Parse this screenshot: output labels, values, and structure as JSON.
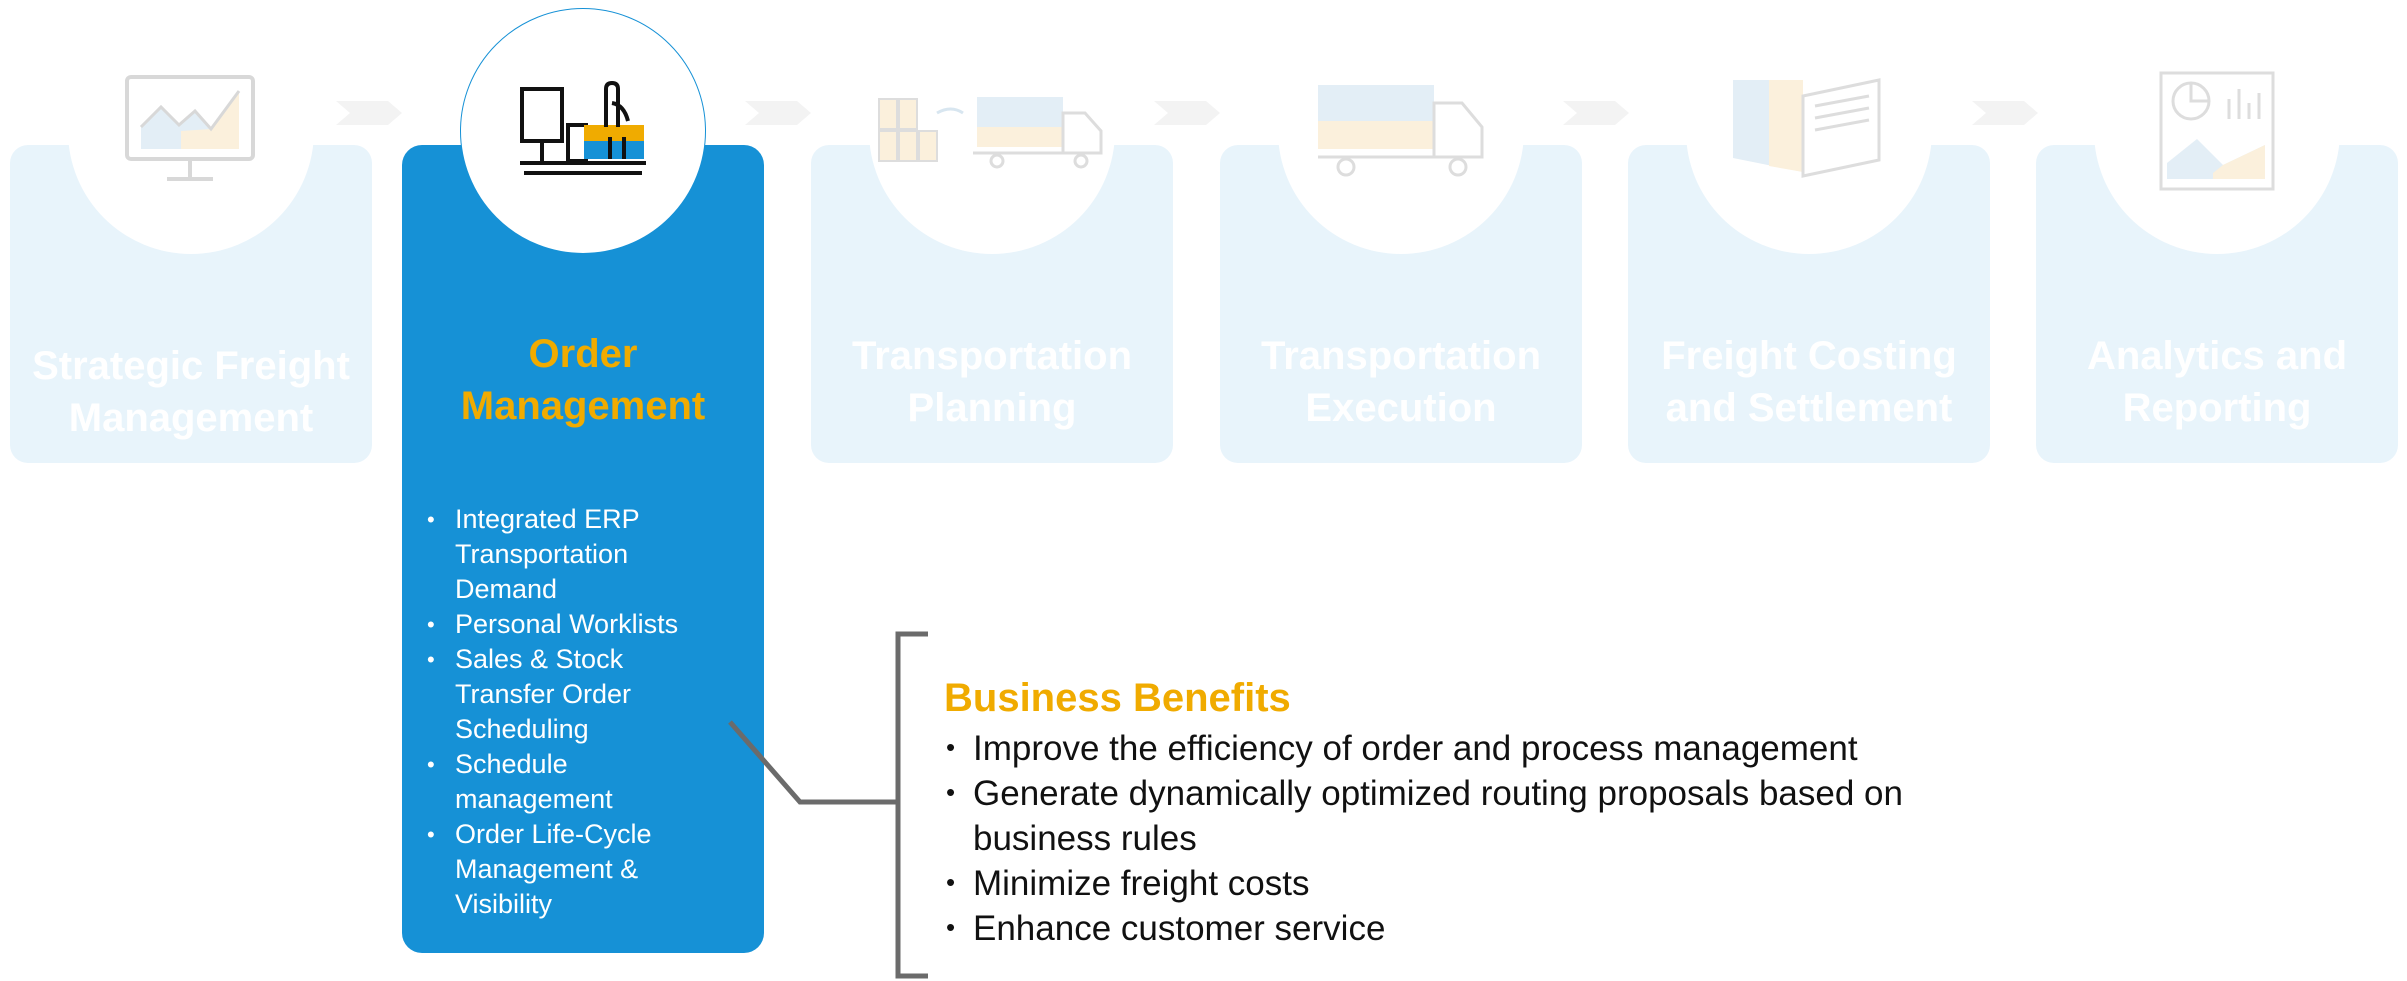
{
  "stages": [
    {
      "title": "Strategic Freight\nManagement",
      "icon": "monitor-chart-icon",
      "active": false
    },
    {
      "title": "Order\nManagement",
      "icon": "desk-worker-icon",
      "active": true
    },
    {
      "title": "Transportation\nPlanning",
      "icon": "boxes-to-truck-icon",
      "active": false
    },
    {
      "title": "Transportation\nExecution",
      "icon": "truck-icon",
      "active": false
    },
    {
      "title": "Freight Costing\nand Settlement",
      "icon": "invoice-document-icon",
      "active": false
    },
    {
      "title": "Analytics and\nReporting",
      "icon": "dashboard-report-icon",
      "active": false
    }
  ],
  "features": [
    "Integrated ERP Transportation Demand",
    "Personal Worklists",
    "Sales & Stock Transfer Order Scheduling",
    "Schedule management",
    "Order Life-Cycle Management & Visibility"
  ],
  "business_benefits": {
    "title": "Business Benefits",
    "items": [
      "Improve the efficiency of order and process management",
      "Generate dynamically optimized routing proposals based on business rules",
      "Minimize freight costs",
      "Enhance customer service"
    ]
  },
  "colors": {
    "active_card": "#1691d6",
    "inactive_card": "#e8f4fb",
    "accent_title": "#f0ab00",
    "connector": "#6b6b6b"
  }
}
